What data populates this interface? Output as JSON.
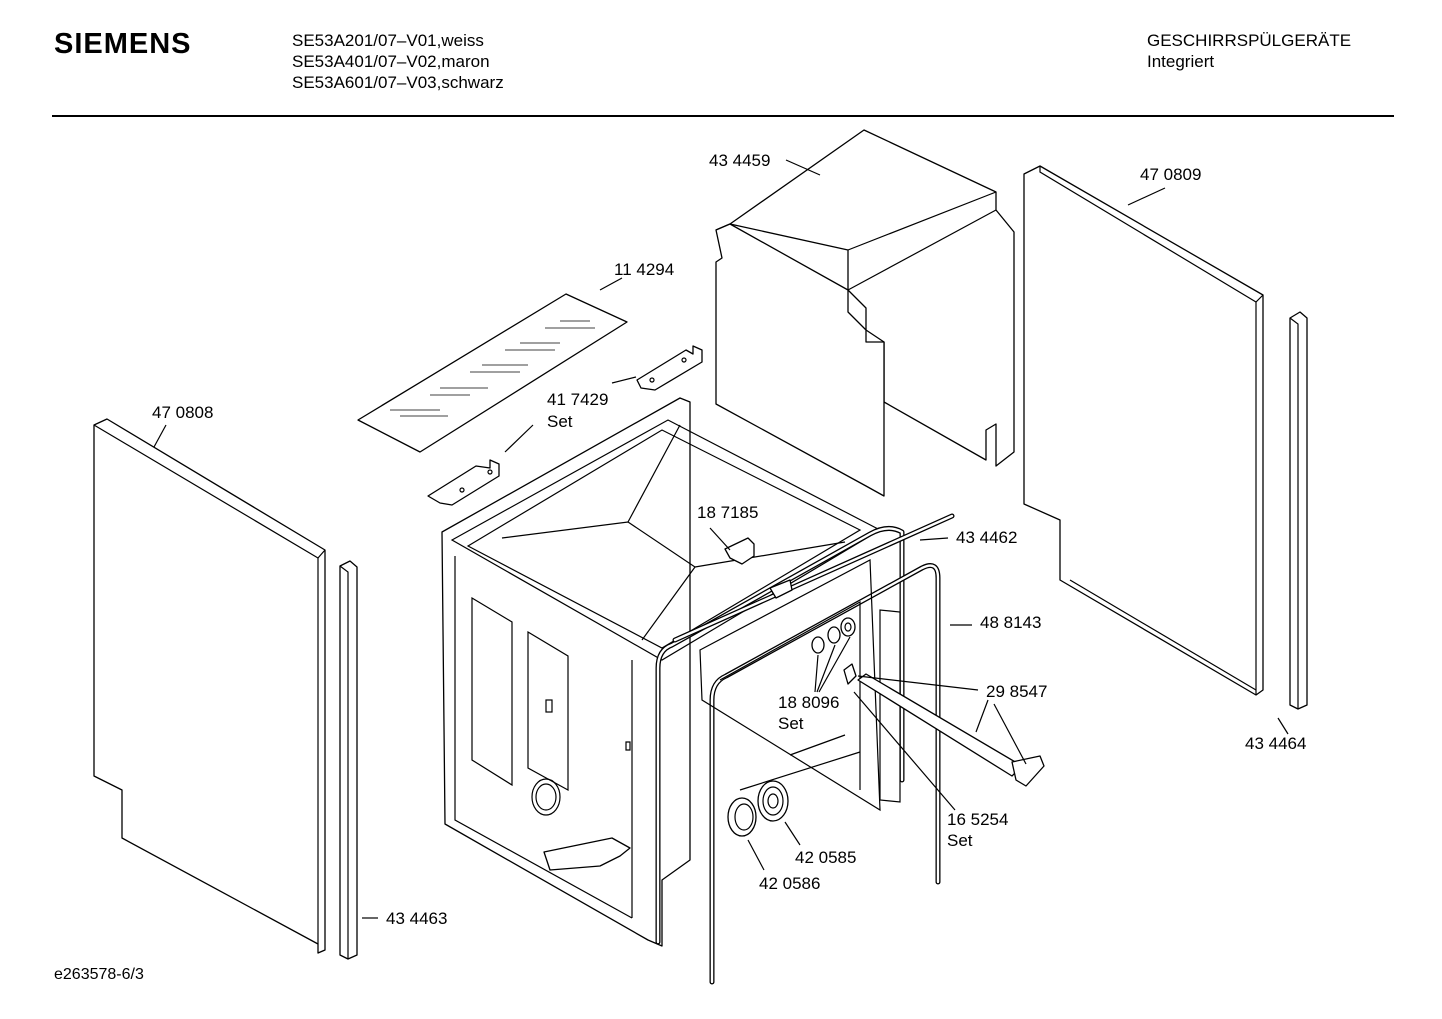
{
  "header": {
    "brand": "SIEMENS",
    "models": [
      "SE53A201/07–V01,weiss",
      "SE53A401/07–V02,maron",
      "SE53A601/07–V03,schwarz"
    ],
    "category_line1": "GESCHIRRSPÜLGERÄTE",
    "category_line2": "Integriert"
  },
  "footer": {
    "doc_id": "e263578-6/3"
  },
  "parts": {
    "p434459": "43 4459",
    "p470809": "47 0809",
    "p114294": "11 4294",
    "p470808": "47 0808",
    "p417429": "41 7429",
    "p417429_set": "Set",
    "p187185": "18 7185",
    "p434462": "43 4462",
    "p488143": "48 8143",
    "p298547": "29 8547",
    "p188096": "18 8096",
    "p188096_set": "Set",
    "p434464": "43 4464",
    "p165254": "16 5254",
    "p165254_set": "Set",
    "p420585": "42 0585",
    "p420586": "42 0586",
    "p434463": "43 4463"
  }
}
